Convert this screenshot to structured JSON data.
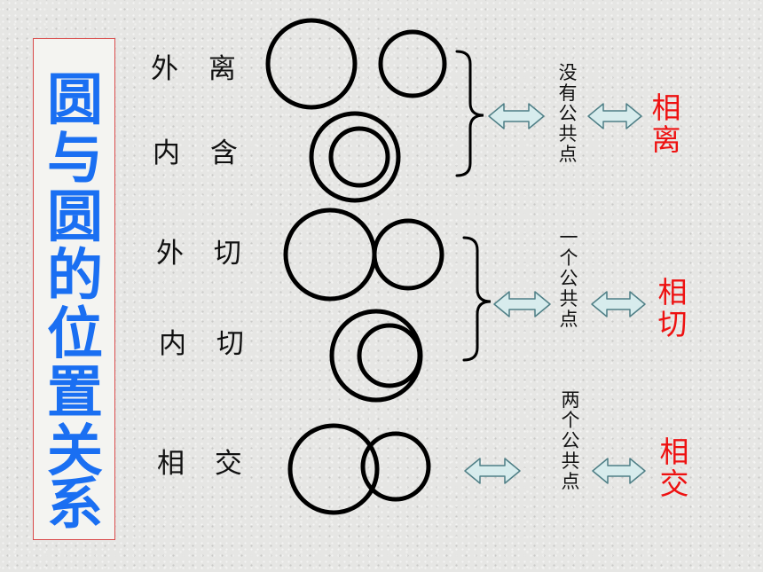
{
  "title_chars": [
    "圆",
    "与",
    "圆",
    "的",
    "位",
    "置",
    "关",
    "系"
  ],
  "positions": {
    "wai_li": "外 离",
    "nei_han": "内 含",
    "wai_qie": "外 切",
    "nei_qie": "内 切",
    "xiang_jiao": "相 交"
  },
  "common_points": {
    "none": [
      "没",
      "有",
      "公",
      "共",
      "点"
    ],
    "one": [
      "一",
      "个",
      "公",
      "共",
      "点"
    ],
    "two": [
      "两",
      "个",
      "公",
      "共",
      "点"
    ]
  },
  "results": {
    "xiang_li": [
      "相",
      "离"
    ],
    "xiang_qie": [
      "相",
      "切"
    ],
    "xiang_jiao": [
      "相",
      "交"
    ]
  },
  "colors": {
    "title": "#1a6ff2",
    "result": "#ee1111",
    "arrow_fill": "#d7eced",
    "arrow_stroke": "#4f7f86"
  }
}
